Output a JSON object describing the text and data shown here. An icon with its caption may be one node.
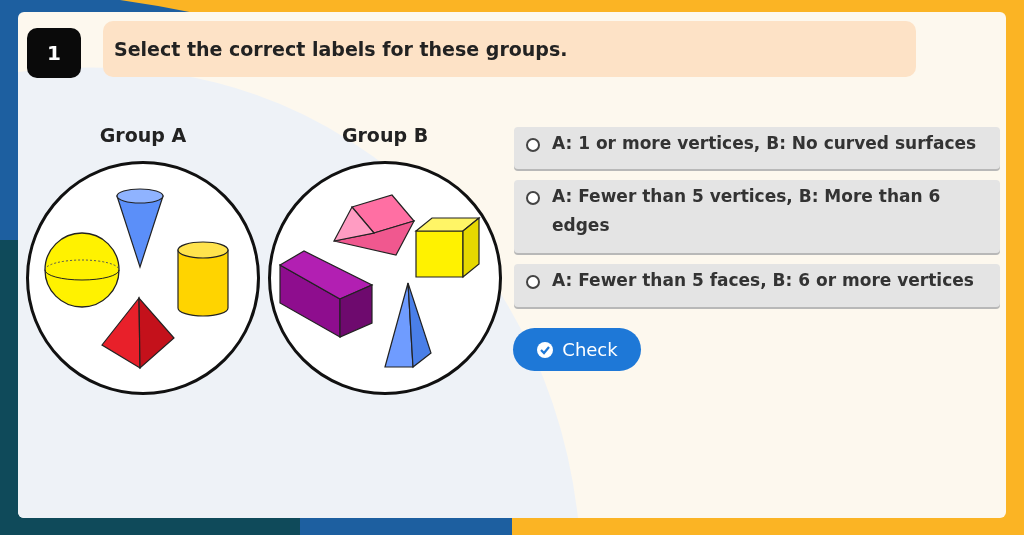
{
  "diagram": {
    "title": "Select the correct labels for these groups.",
    "nodes": [
      {
        "text": [
          "Group A"
        ]
      },
      {
        "text": [
          "Group B"
        ]
      }
    ],
    "labels": [
      "1",
      "A: 1 or more vertices, B: No curved surfaces",
      "A: Fewer than 5 vertices, B: More than 6 edges",
      "A: Fewer than 5 faces, B: 6 or more vertices",
      "Check"
    ]
  }
}
